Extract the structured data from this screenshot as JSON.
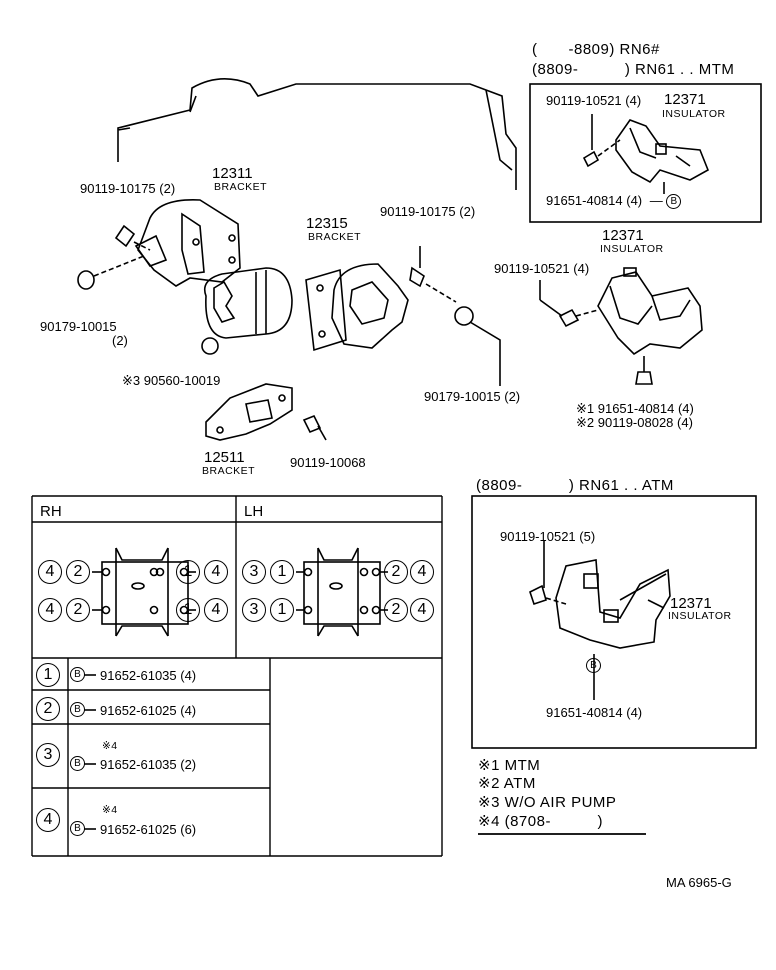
{
  "top_right": {
    "line1": "(　　-8809) RN6#",
    "line2": "(8809-　　　) RN61 . . MTM",
    "box": {
      "bolt": "90119-10521 (4)",
      "part_no": "12371",
      "part_name": "INSULATOR",
      "nut": "91651-40814 (4)"
    }
  },
  "main": {
    "bracket_12311": {
      "no": "12311",
      "name": "BRACKET"
    },
    "bolt_upper_left": "90119-10175 (2)",
    "washer_left": "90179-10015",
    "washer_left_qty": "(2)",
    "note3_part": "※3 90560-10019",
    "bracket_12315": {
      "no": "12315",
      "name": "BRACKET"
    },
    "bolt_mid": "90119-10175 (2)",
    "washer_mid": "90179-10015 (2)",
    "bracket_12511": {
      "no": "12511",
      "name": "BRACKET"
    },
    "bolt_lower": "90119-10068",
    "insulator_right": {
      "no": "12371",
      "name": "INSULATOR"
    },
    "bolt_right": "90119-10521 (4)",
    "note1_part": "※1 91651-40814 (4)",
    "note2_part": "※2 90119-08028 (4)"
  },
  "atm_box": {
    "title": "(8809-　　　) RN61 . . ATM",
    "bolt": "90119-10521 (5)",
    "part_no": "12371",
    "part_name": "INSULATOR",
    "nut": "91651-40814 (4)"
  },
  "table": {
    "rh": "RH",
    "lh": "LH",
    "rh_left_row1": [
      "4",
      "2"
    ],
    "rh_right_row1": [
      "1",
      "4"
    ],
    "rh_left_row2": [
      "4",
      "2"
    ],
    "rh_right_row2": [
      "1",
      "4"
    ],
    "lh_left_row1": [
      "3",
      "1"
    ],
    "lh_right_row1": [
      "2",
      "4"
    ],
    "lh_left_row2": [
      "3",
      "1"
    ],
    "lh_right_row2": [
      "2",
      "4"
    ],
    "legend": [
      {
        "num": "1",
        "mark": "B",
        "note": "",
        "part": "91652-61035 (4)"
      },
      {
        "num": "2",
        "mark": "B",
        "note": "",
        "part": "91652-61025 (4)"
      },
      {
        "num": "3",
        "mark": "B",
        "note": "※4",
        "part": "91652-61035 (2)"
      },
      {
        "num": "4",
        "mark": "B",
        "note": "※4",
        "part": "91652-61025 (6)"
      }
    ]
  },
  "notes": [
    {
      "mark": "※1",
      "text": "MTM"
    },
    {
      "mark": "※2",
      "text": "ATM"
    },
    {
      "mark": "※3",
      "text": "W/O AIR PUMP"
    },
    {
      "mark": "※4",
      "text": "(8708-　　　)"
    }
  ],
  "footer_code": "MA 6965-G"
}
